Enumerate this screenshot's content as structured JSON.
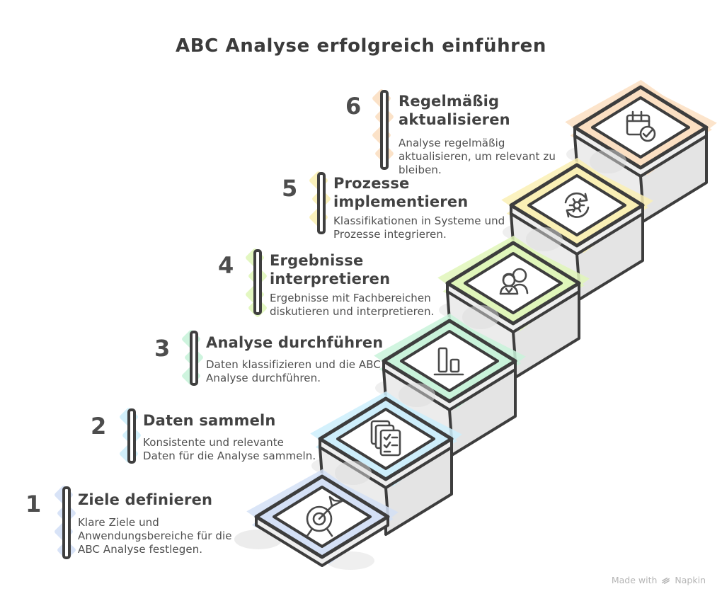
{
  "title": "ABC Analyse erfolgreich einführen",
  "watermark": {
    "prefix": "Made with",
    "brand": "Napkin"
  },
  "colors": {
    "outline": "#3d3d3d",
    "icon_stroke": "#4a4a4a",
    "wall_gray": "#ececec",
    "side_gray": "#e4e4e4",
    "rim_gray": "#efefef"
  },
  "steps": [
    {
      "number": "1",
      "color": "#d4e0f6",
      "icon": "target-dart",
      "title_lines": [
        "Ziele definieren"
      ],
      "desc_lines": [
        "Klare Ziele und",
        "Anwendungsbereiche für die",
        "ABC Analyse festlegen."
      ]
    },
    {
      "number": "2",
      "color": "#cdeefb",
      "icon": "documents-checklist",
      "title_lines": [
        "Daten sammeln"
      ],
      "desc_lines": [
        "Konsistente und relevante",
        "Daten für die Analyse sammeln."
      ]
    },
    {
      "number": "3",
      "color": "#c9f3da",
      "icon": "bar-chart",
      "title_lines": [
        "Analyse durchführen"
      ],
      "desc_lines": [
        "Daten klassifizieren und die ABC",
        "Analyse durchführen."
      ]
    },
    {
      "number": "4",
      "color": "#e0f6ba",
      "icon": "people",
      "title_lines": [
        "Ergebnisse",
        "interpretieren"
      ],
      "desc_lines": [
        "Ergebnisse mit Fachbereichen",
        "diskutieren und interpretieren."
      ]
    },
    {
      "number": "5",
      "color": "#faf0b5",
      "icon": "sync-gear",
      "title_lines": [
        "Prozesse",
        "implementieren"
      ],
      "desc_lines": [
        "Klassifikationen in Systeme und",
        "Prozesse integrieren."
      ]
    },
    {
      "number": "6",
      "color": "#fbdfc2",
      "icon": "calendar-check",
      "title_lines": [
        "Regelmäßig",
        "aktualisieren"
      ],
      "desc_lines": [
        "Analyse regelmäßig",
        "aktualisieren, um relevant zu",
        "bleiben."
      ]
    }
  ]
}
